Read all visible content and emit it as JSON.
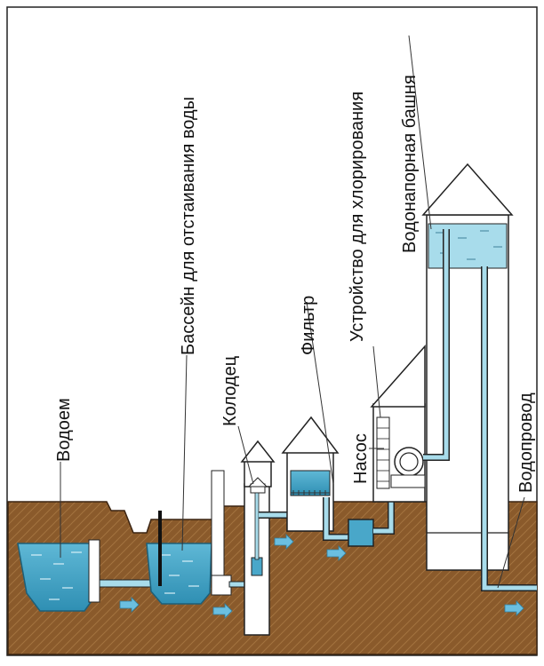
{
  "labels": {
    "reservoir": "Водоем",
    "settling_pool": "Бассейн для отстаивания воды",
    "well": "Колодец",
    "filter": "Фильтр",
    "pump": "Насос",
    "chlorination": "Устройство для хлорирования",
    "water_tower": "Водонапорная башня",
    "water_main": "Водопровод"
  },
  "colors": {
    "soil": "#8a5a2b",
    "water": "#49a7c9",
    "pipe": "#a8dceb",
    "flow_arrow": "#6bbfe0",
    "outline": "#222222",
    "building": "#ffffff"
  }
}
